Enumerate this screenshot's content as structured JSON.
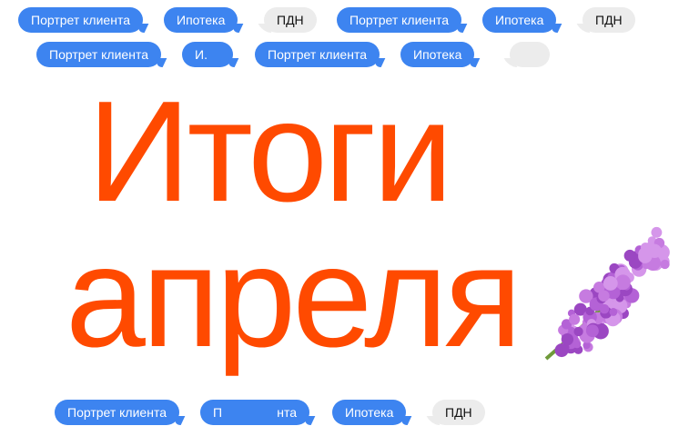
{
  "title_line1": "Итоги",
  "title_line2": "апреля",
  "colors": {
    "title": "#ff4a00",
    "bubble_blue": "#3d84f0",
    "bubble_gray": "#ececec",
    "flower": "#b462d6"
  },
  "bubbles": {
    "portrait": "Портрет клиента",
    "mortgage": "Ипотека",
    "pdn": "ПДН",
    "mortgage_partial": "И.",
    "portrait_partial_left": "П",
    "portrait_partial_right": "нта"
  },
  "decoration": "lilac-flower"
}
